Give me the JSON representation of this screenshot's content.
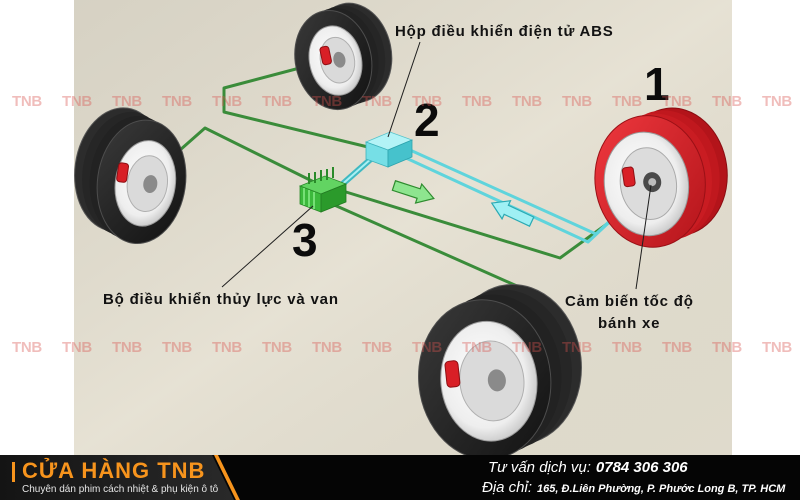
{
  "labels": {
    "abs_control_unit": "Hộp điều khiển điện tử ABS",
    "hydraulic_unit": "Bộ điều khiển thủy lực và van",
    "speed_sensor_line1": "Cảm biến tốc độ",
    "speed_sensor_line2": "bánh xe"
  },
  "callouts": [
    "1",
    "2",
    "3"
  ],
  "watermark": "TNB",
  "banner": {
    "shop_name": "CỬA HÀNG TNB",
    "slogan": "Chuyên dán phim cách nhiệt & phụ kiện ô tô",
    "hotline_label": "Tư vấn dịch vụ:",
    "hotline": "0784 306 306",
    "address_label": "Địa chỉ:",
    "address": "165, Đ.Liên Phường, P. Phước Long B, TP. HCM"
  },
  "colors": {
    "background": "#e4dfd0",
    "wire_green": "#3a8c3a",
    "signal_cyan": "#5fd4dc",
    "highlight_red": "#d81f26",
    "brand_orange": "#f7941d"
  }
}
